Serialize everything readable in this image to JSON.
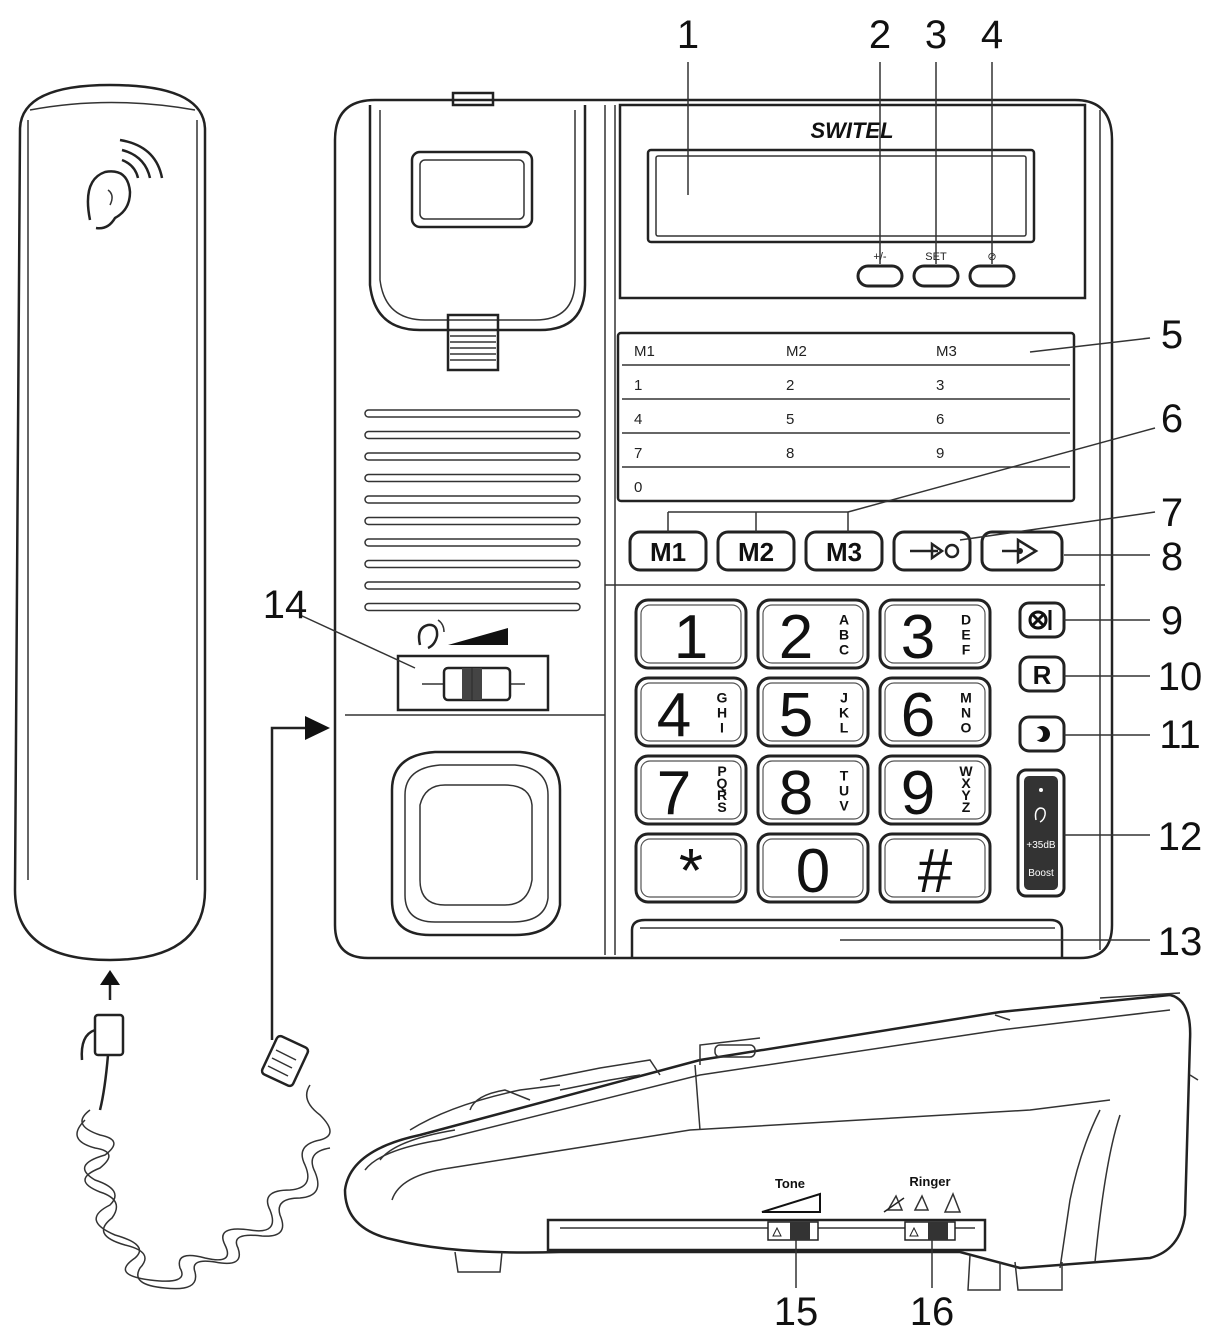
{
  "brand": "SWITEL",
  "callouts": [
    "1",
    "2",
    "3",
    "4",
    "5",
    "6",
    "7",
    "8",
    "9",
    "10",
    "11",
    "12",
    "13",
    "14",
    "15",
    "16"
  ],
  "display_buttons": [
    "+/-",
    "SET",
    "⊘"
  ],
  "memory_card": {
    "header": [
      "M1",
      "M2",
      "M3"
    ],
    "rows": [
      [
        "1",
        "2",
        "3"
      ],
      [
        "4",
        "5",
        "6"
      ],
      [
        "7",
        "8",
        "9"
      ],
      [
        "0",
        "",
        ""
      ]
    ]
  },
  "memory_keys": [
    "M1",
    "M2",
    "M3"
  ],
  "keypad": [
    {
      "digit": "1",
      "letters": ""
    },
    {
      "digit": "2",
      "letters": "ABC"
    },
    {
      "digit": "3",
      "letters": "DEF"
    },
    {
      "digit": "4",
      "letters": "GHI"
    },
    {
      "digit": "5",
      "letters": "JKL"
    },
    {
      "digit": "6",
      "letters": "MNO"
    },
    {
      "digit": "7",
      "letters": "PQRS"
    },
    {
      "digit": "8",
      "letters": "TUV"
    },
    {
      "digit": "9",
      "letters": "WXYZ"
    },
    {
      "digit": "*",
      "letters": ""
    },
    {
      "digit": "0",
      "letters": ""
    },
    {
      "digit": "#",
      "letters": ""
    }
  ],
  "function_keys": {
    "recall": "R"
  },
  "boost_key": {
    "db": "+35dB",
    "label": "Boost"
  },
  "side_switches": {
    "tone": "Tone",
    "ringer": "Ringer"
  }
}
